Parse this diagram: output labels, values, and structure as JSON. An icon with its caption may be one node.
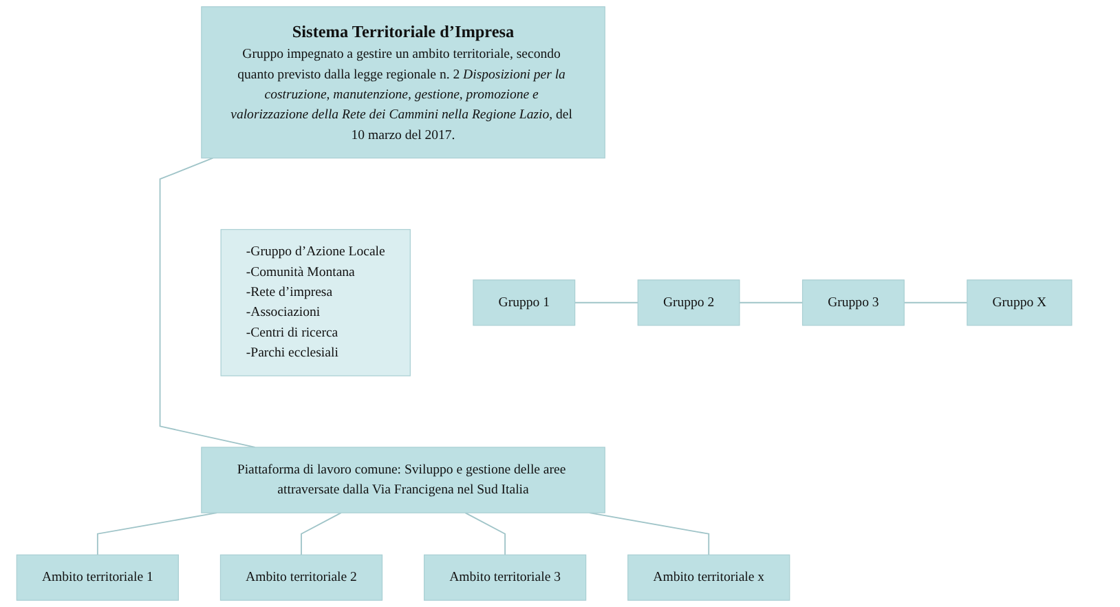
{
  "diagram": {
    "nodes": [
      {
        "text": [
          "Sistema Territoriale d’Impresa",
          "Gruppo impegnato a gestire un ambito territoriale, secondo quanto previsto dalla legge regionale n. 2 *Disposizioni per la costruzione, manutenzione, gestione, promozione e valorizzazione della Rete dei Cammini nella Regione Lazio,* del 10 marzo del 2017."
        ]
      },
      {
        "text": [
          "-Gruppo d’Azione Locale",
          "-Comunità Montana",
          "-Rete d’impresa",
          "-Associazioni",
          "-Centri di ricerca",
          "-Parchi ecclesiali"
        ]
      },
      {
        "text": [
          "Gruppo 1"
        ]
      },
      {
        "text": [
          "Gruppo 2"
        ]
      },
      {
        "text": [
          "Gruppo 3"
        ]
      },
      {
        "text": [
          "Gruppo X"
        ]
      },
      {
        "text": [
          "Piattaforma di lavoro comune: Sviluppo e gestione delle aree attraversate dalla Via Francigena nel Sud Italia"
        ]
      },
      {
        "text": [
          "Ambito territoriale 1"
        ]
      },
      {
        "text": [
          "Ambito territoriale 2"
        ]
      },
      {
        "text": [
          "Ambito territoriale 3"
        ]
      },
      {
        "text": [
          "Ambito territoriale x"
        ]
      }
    ],
    "edges": [
      {
        "from": 0,
        "to": 6,
        "arrow": "none"
      },
      {
        "from": 2,
        "to": 3,
        "arrow": "none"
      },
      {
        "from": 3,
        "to": 4,
        "arrow": "none"
      },
      {
        "from": 4,
        "to": 5,
        "arrow": "none"
      },
      {
        "from": 6,
        "to": 7,
        "arrow": "none"
      },
      {
        "from": 6,
        "to": 8,
        "arrow": "none"
      },
      {
        "from": 6,
        "to": 9,
        "arrow": "none"
      },
      {
        "from": 6,
        "to": 10,
        "arrow": "none"
      }
    ]
  }
}
